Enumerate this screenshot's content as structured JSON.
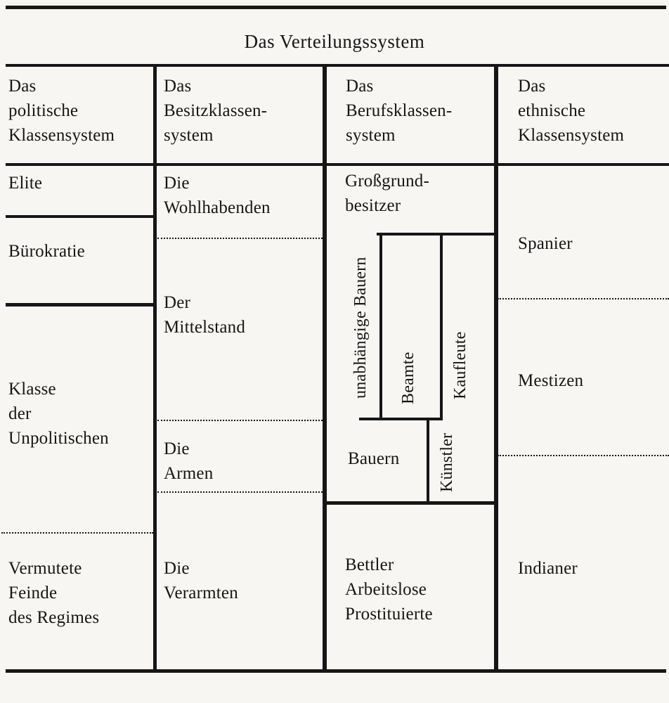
{
  "colors": {
    "background": "#f7f6f2",
    "ink": "#161616"
  },
  "title": "Das Verteilungssystem",
  "headers": {
    "political": "Das\npolitische\nKlassensystem",
    "property": "Das\nBesitzklassen-\nsystem",
    "occupational": "Das\nBerufsklassen-\nsystem",
    "ethnic": "Das\nethnische\nKlassensystem"
  },
  "political_column": {
    "elite": "Elite",
    "bureaucracy": "Bürokratie",
    "unpolitical": "Klasse\nder\nUnpolitischen",
    "presumed_enemies": "Vermutete\nFeinde\ndes Regimes"
  },
  "property_column": {
    "wealthy": "Die\nWohlhabenden",
    "middle_class": "Der\nMittelstand",
    "poor": "Die\nArmen",
    "impoverished": "Die\nVerarmten"
  },
  "occupation_column": {
    "large_landowners": "Großgrund-\nbesitzer",
    "independent_farmers": "unabhängige Bauern",
    "civil_servants": "Beamte",
    "merchants": "Kaufleute",
    "farmers": "Bauern",
    "artists": "Künstler",
    "underclass": "Bettler\nArbeitslose\nProstituierte"
  },
  "ethnic_column": {
    "spaniards": "Spanier",
    "mestizos": "Mestizen",
    "indians": "Indianer"
  }
}
